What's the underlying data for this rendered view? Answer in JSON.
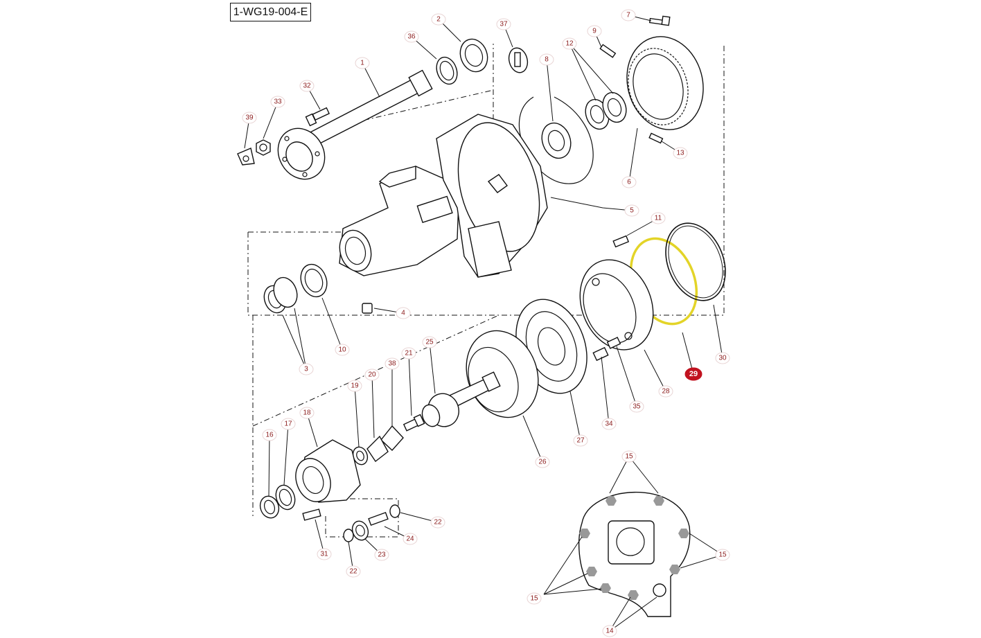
{
  "drawing_id": "1-WG19-004-E",
  "highlight_color": "#e3d428",
  "callout_color": "#8b1a1a",
  "callout_highlight_color": "#c1121f",
  "selected_part": "29",
  "callouts": [
    {
      "id": "c1",
      "label": "1"
    },
    {
      "id": "c2",
      "label": "2"
    },
    {
      "id": "c3",
      "label": "3"
    },
    {
      "id": "c4",
      "label": "4"
    },
    {
      "id": "c5",
      "label": "5"
    },
    {
      "id": "c6",
      "label": "6"
    },
    {
      "id": "c7",
      "label": "7"
    },
    {
      "id": "c8",
      "label": "8"
    },
    {
      "id": "c9",
      "label": "9"
    },
    {
      "id": "c10",
      "label": "10"
    },
    {
      "id": "c11",
      "label": "11"
    },
    {
      "id": "c12",
      "label": "12"
    },
    {
      "id": "c13",
      "label": "13"
    },
    {
      "id": "c14",
      "label": "14"
    },
    {
      "id": "c15a",
      "label": "15"
    },
    {
      "id": "c15b",
      "label": "15"
    },
    {
      "id": "c15c",
      "label": "15"
    },
    {
      "id": "c16",
      "label": "16"
    },
    {
      "id": "c17",
      "label": "17"
    },
    {
      "id": "c18",
      "label": "18"
    },
    {
      "id": "c19",
      "label": "19"
    },
    {
      "id": "c20",
      "label": "20"
    },
    {
      "id": "c21",
      "label": "21"
    },
    {
      "id": "c22a",
      "label": "22"
    },
    {
      "id": "c22b",
      "label": "22"
    },
    {
      "id": "c23",
      "label": "23"
    },
    {
      "id": "c24",
      "label": "24"
    },
    {
      "id": "c25",
      "label": "25"
    },
    {
      "id": "c26",
      "label": "26"
    },
    {
      "id": "c27",
      "label": "27"
    },
    {
      "id": "c28",
      "label": "28"
    },
    {
      "id": "c29",
      "label": "29"
    },
    {
      "id": "c30",
      "label": "30"
    },
    {
      "id": "c31",
      "label": "31"
    },
    {
      "id": "c32",
      "label": "32"
    },
    {
      "id": "c33",
      "label": "33"
    },
    {
      "id": "c34",
      "label": "34"
    },
    {
      "id": "c35",
      "label": "35"
    },
    {
      "id": "c36",
      "label": "36"
    },
    {
      "id": "c37",
      "label": "37"
    },
    {
      "id": "c38",
      "label": "38"
    },
    {
      "id": "c39",
      "label": "39"
    }
  ]
}
